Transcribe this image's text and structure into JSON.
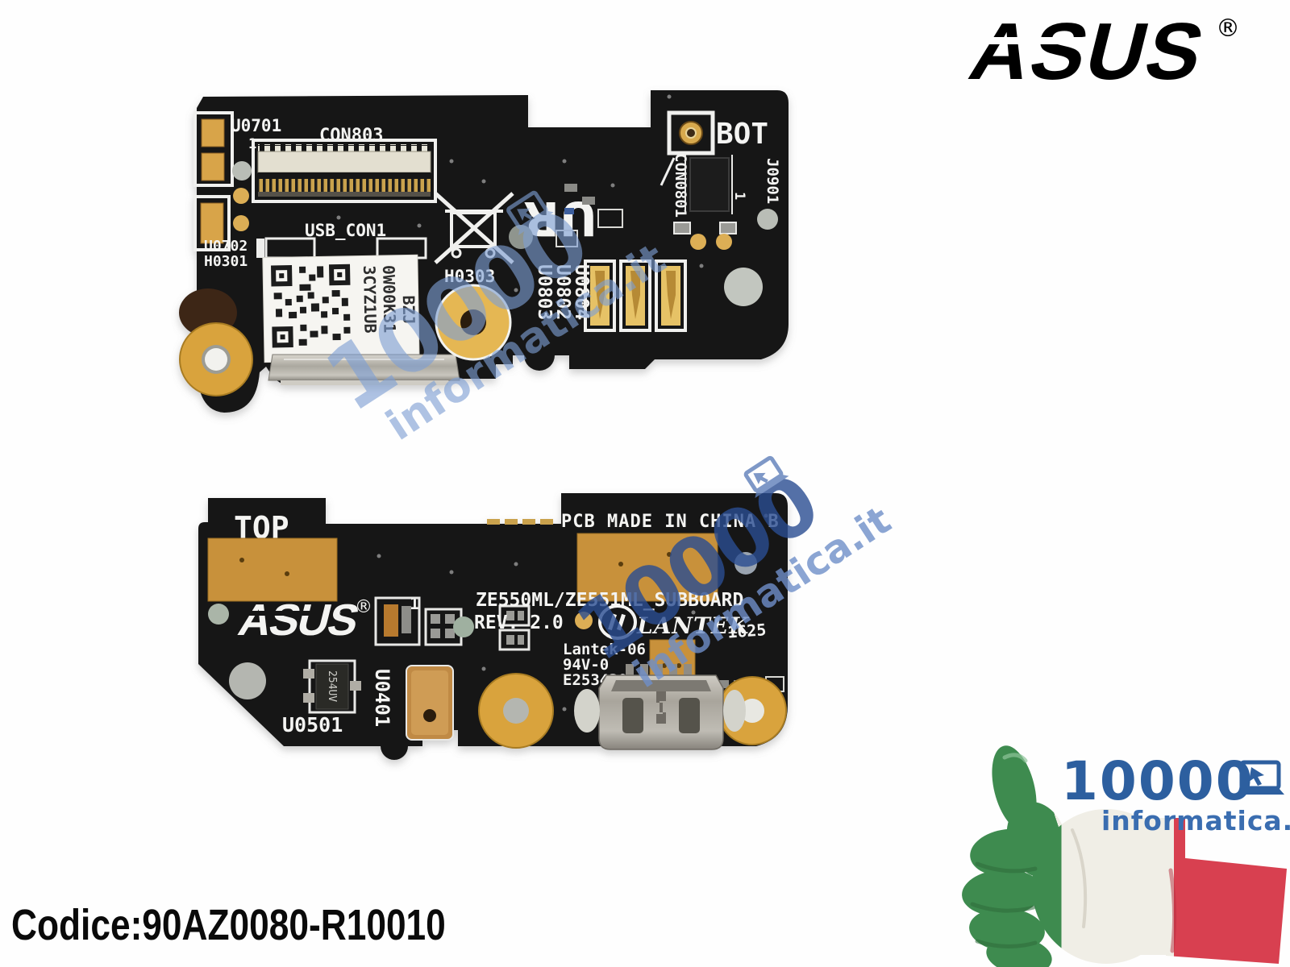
{
  "asus_logo": {
    "text": "ASUS",
    "reg": "®"
  },
  "codice": "Codice:90AZ0080-R10010",
  "brand": {
    "number": "10000",
    "domain": "informatica.it"
  },
  "watermark": {
    "number": "10000",
    "domain": "informatica.it"
  },
  "board_bot": {
    "side_label": "BOT",
    "u0701": "U0701",
    "pin1_con803": "1",
    "con803": "CON803",
    "usb_con1": "USB_CON1",
    "u0702": "U0702",
    "h0301": "H0301",
    "h0303": "H0303",
    "u0803": "U0803",
    "u0802": "U0802",
    "u0804": "U0804",
    "con0801": "CON0801",
    "j0901": "J0901",
    "pin1_j0901": "1",
    "ul_mark": "UR",
    "sticker_line1": "3CYZ1UB",
    "sticker_line2": "0W00K31",
    "sticker_line3": "BZJ"
  },
  "board_top": {
    "side_label": "TOP",
    "made_in": "PCB MADE IN CHINA B",
    "asus_silk": "ASUS",
    "asus_reg": "®",
    "pin1": "1",
    "subboard": "ZE550ML/ZE551ML_SUBBOARD",
    "rev": "REV. 2.0",
    "lantek_brand": "LANTEK",
    "lantek06": "Lantek-06",
    "flammability": "94V-0",
    "e_number": "E253430",
    "date_code": "1625",
    "u0501": "U0501",
    "u0401": "U0401",
    "transistor_mark": "254UV"
  },
  "colors": {
    "pcb": "#141414",
    "copper": "#c8913a",
    "gold": "#e0b256",
    "silk": "#f4f4f2",
    "brand_blue": "#2d5f9f",
    "watermark_light": "#7e9fd4",
    "watermark_dark": "#2a4d92",
    "flag_green": "#3e8b4f",
    "flag_white": "#f0eee6",
    "flag_red": "#d84050"
  }
}
